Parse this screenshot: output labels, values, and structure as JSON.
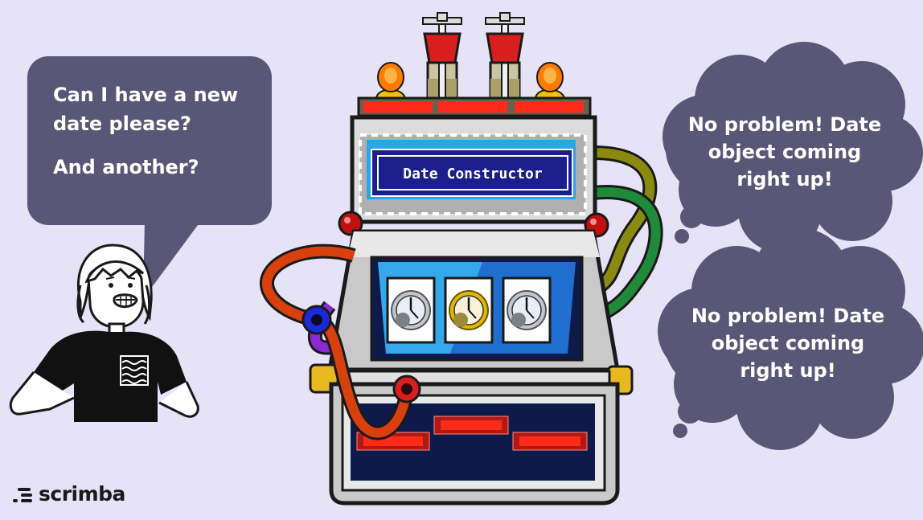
{
  "speech_bubble": {
    "line1": "Can I have a new",
    "line2": "date please?",
    "line3": "And another?"
  },
  "thought_clouds": [
    {
      "lines": [
        "No problem! Date",
        "object coming",
        "right up!"
      ]
    },
    {
      "lines": [
        "No problem! Date",
        "object coming",
        "right up!"
      ]
    }
  ],
  "machine": {
    "screen_label": "Date Constructor",
    "clocks": [
      "silver-clock-icon",
      "gold-clock-icon",
      "silver-clock-icon"
    ]
  },
  "brand": {
    "logo_text": "scrimba"
  },
  "colors": {
    "background": "#e6e3f7",
    "bubble": "#5a5677",
    "screen_blue": "#1a1f8c",
    "light_red": "#ff2a1a"
  }
}
